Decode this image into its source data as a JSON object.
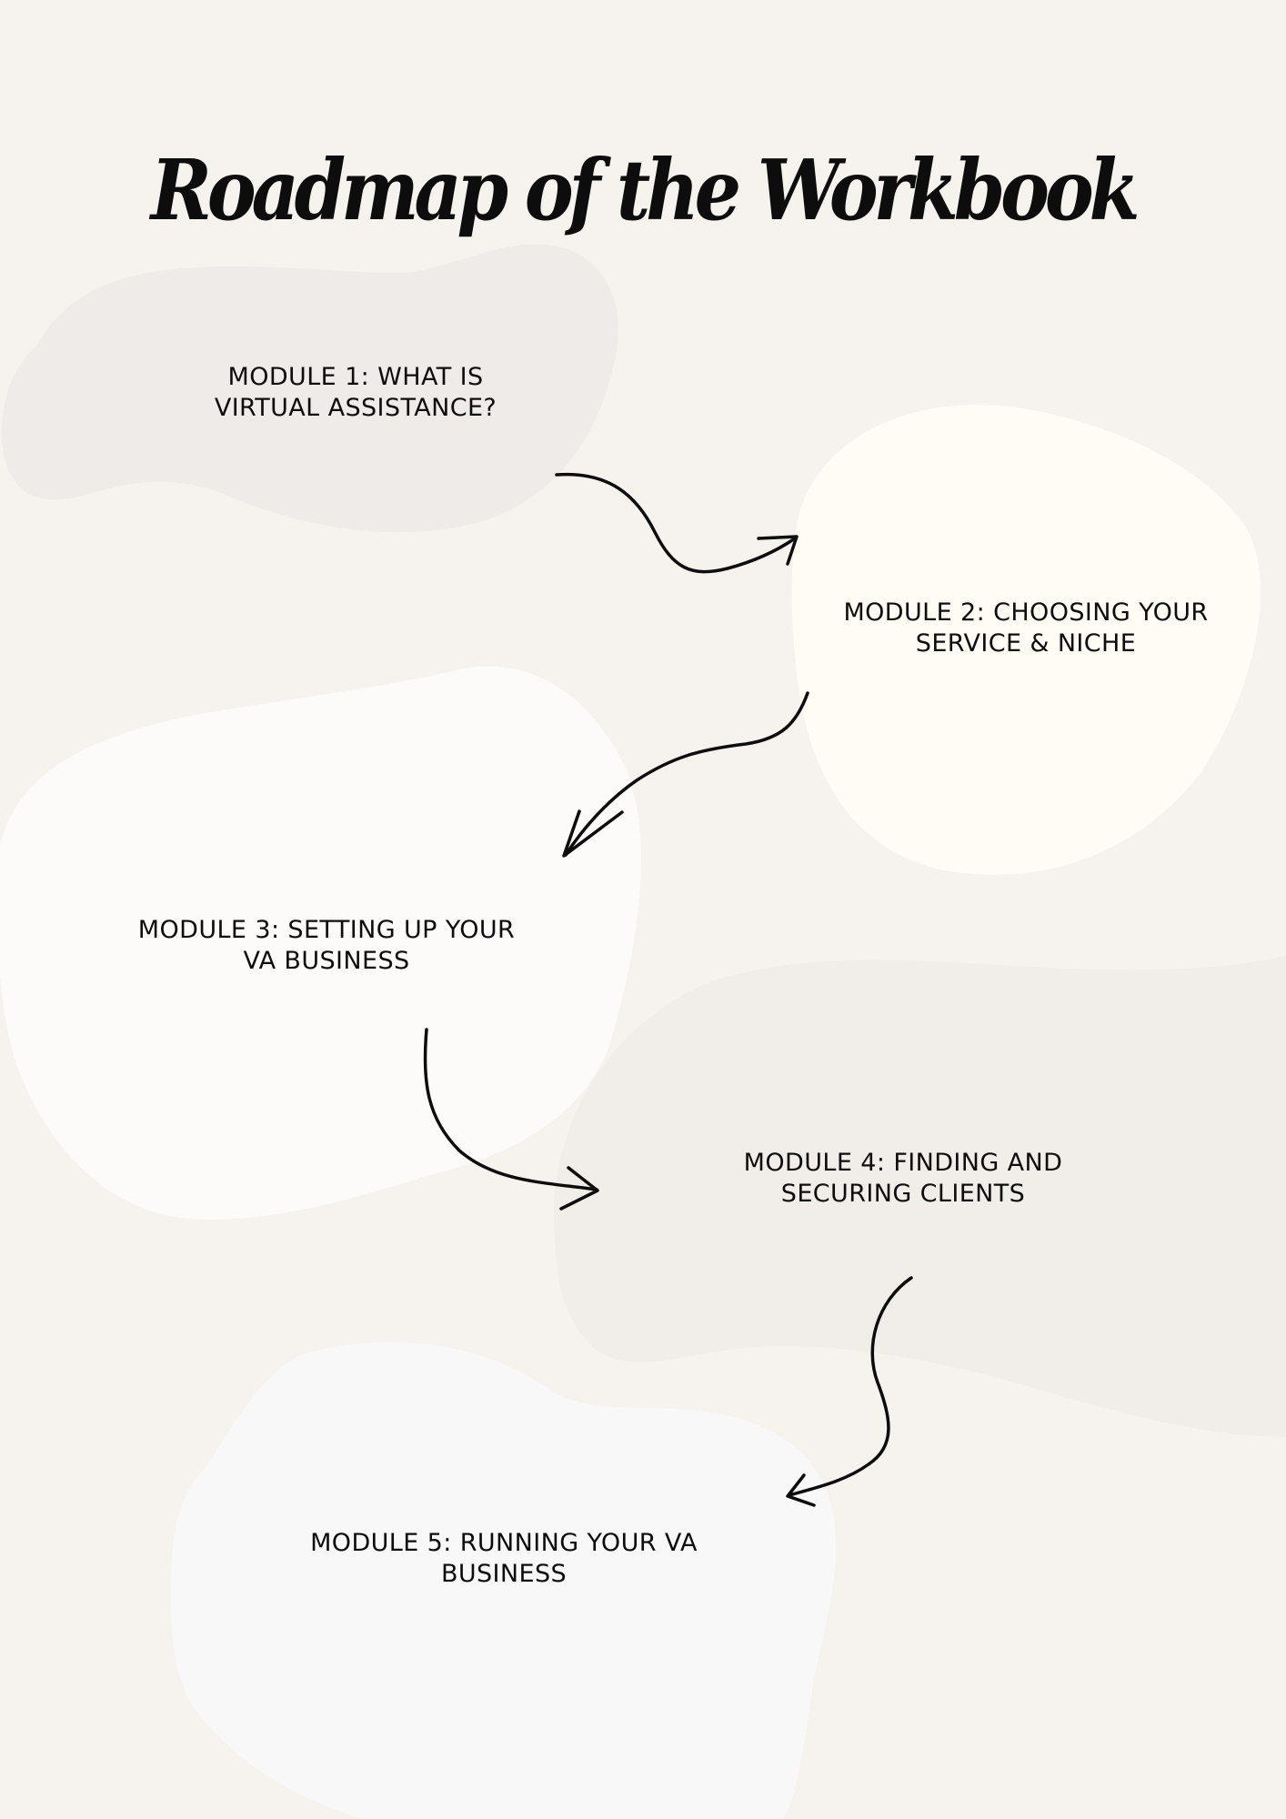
{
  "colors": {
    "background": "#f6f3ef",
    "blob_1": "#efebe8",
    "blob_2": "#fefcf5",
    "blob_3": "#fcfbfa",
    "blob_4": "#f1eee9",
    "blob_5": "#f8f8f8",
    "ink": "#0d0d0d"
  },
  "page": {
    "title": "Roadmap of the Workbook"
  },
  "modules": [
    {
      "line1": "MODULE 1: WHAT IS",
      "line2": "VIRTUAL ASSISTANCE?"
    },
    {
      "line1": "MODULE 2: CHOOSING YOUR",
      "line2": "SERVICE & NICHE"
    },
    {
      "line1": "MODULE 3: SETTING UP YOUR",
      "line2": "VA BUSINESS"
    },
    {
      "line1": "MODULE 4: FINDING AND",
      "line2": "SECURING CLIENTS"
    },
    {
      "line1": "MODULE 5: RUNNING YOUR VA",
      "line2": "BUSINESS"
    }
  ]
}
